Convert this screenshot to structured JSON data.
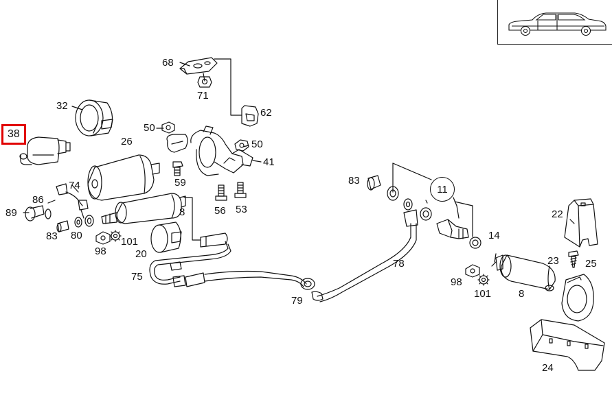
{
  "selected_part": "38",
  "callouts": {
    "c68": "68",
    "c71": "71",
    "c62": "62",
    "c32": "32",
    "c38": "38",
    "c26": "26",
    "c50a": "50",
    "c50b": "50",
    "c41": "41",
    "c59": "59",
    "c74": "74",
    "c86": "86",
    "c89": "89",
    "c83a": "83",
    "c80": "80",
    "c56": "56",
    "c53": "53",
    "c8a": "8",
    "c98a": "98",
    "c101a": "101",
    "c20": "20",
    "c75": "75",
    "c79": "79",
    "c78": "78",
    "c83b": "83",
    "c11": "11",
    "c14": "14",
    "c22": "22",
    "c23": "23",
    "c25": "25",
    "c98b": "98",
    "c101b": "101",
    "c8b": "8",
    "c24": "24"
  },
  "colors": {
    "line": "#111111",
    "highlight": "#e10000",
    "background": "#ffffff"
  },
  "icons": {
    "thumbnail": "sedan-car-icon"
  }
}
